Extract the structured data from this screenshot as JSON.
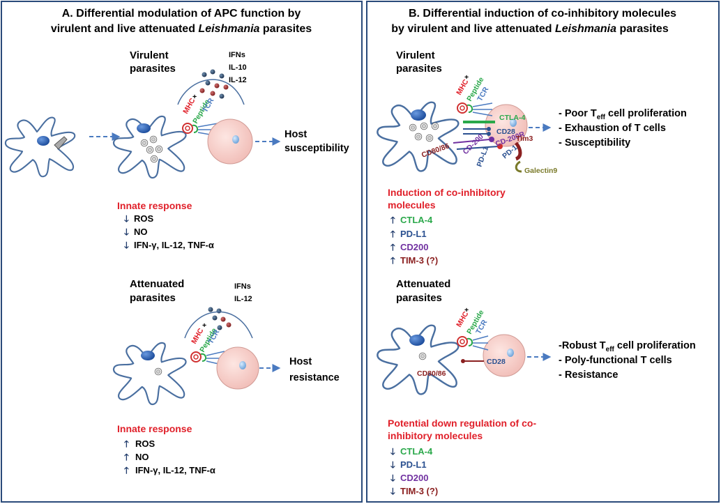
{
  "panelA": {
    "title_line1": "A. Differential modulation of  APC function by",
    "title_line2_pre": "virulent and live attenuated ",
    "title_line2_italic": "Leishmania",
    "title_line2_post": " parasites",
    "virulent_label_line1": "Virulent",
    "virulent_label_line2": "parasites",
    "cytokines_virulent": [
      "IFNs",
      "IL-10",
      "IL-12"
    ],
    "outcome_virulent_line1": "Host",
    "outcome_virulent_line2": "susceptibility",
    "innate_virulent_title": "Innate response",
    "innate_virulent_items": [
      "ROS",
      "NO",
      "IFN-γ, IL-12, TNF-α"
    ],
    "attenuated_label_line1": "Attenuated",
    "attenuated_label_line2": "parasites",
    "cytokines_attenuated": [
      "IFNs",
      "IL-12"
    ],
    "outcome_attenuated_line1": "Host",
    "outcome_attenuated_line2": "resistance",
    "innate_attenuated_title": "Innate response",
    "innate_attenuated_items": [
      "ROS",
      "NO",
      "IFN-γ, IL-12, TNF-α"
    ]
  },
  "panelB": {
    "title_line1": "B. Differential induction of co-inhibitory molecules",
    "title_line2_pre": "by virulent and live attenuated ",
    "title_line2_italic": "Leishmania",
    "title_line2_post": " parasites",
    "virulent_label_line1": "Virulent",
    "virulent_label_line2": "parasites",
    "outcomes_virulent": {
      "poor_pre": "- Poor T",
      "poor_sub": "eff",
      "poor_post": " cell proliferation",
      "exhaustion": "- Exhaustion of T cells",
      "susceptibility": "- Susceptibility"
    },
    "induction_title_line1": "Induction of co-inhibitory",
    "induction_title_line2": "molecules",
    "induction_items": [
      "CTLA-4",
      "PD-L1",
      "CD200",
      "TIM-3 (?)"
    ],
    "attenuated_label_line1": "Attenuated",
    "attenuated_label_line2": "parasites",
    "outcomes_attenuated": {
      "robust_pre": "-Robust T",
      "robust_sub": "eff",
      "robust_post": " cell proliferation",
      "polyfunctional": "- Poly-functional T cells",
      "resistance": "- Resistance"
    },
    "downreg_title_line1": "Potential down regulation of co-",
    "downreg_title_line2": "inhibitory molecules",
    "downreg_items": [
      "CTLA-4",
      "PD-L1",
      "CD200",
      "TIM-3 (?)"
    ]
  },
  "molecules": {
    "mhc": "MHC",
    "plus": "+",
    "peptide": "Peptide",
    "tcr": "TCR",
    "cd80_86": "CD80/86",
    "ctla4": "CTLA-4",
    "cd28": "CD28",
    "cd200": "CD-200",
    "cd200r": "CD-200R",
    "pd1": "PD-1",
    "pdl1": "PD-L1",
    "tim3": "Tim3",
    "galectin9": "Galectin9"
  },
  "colors": {
    "cell_outline": "#4a6fa0",
    "nucleus": "#2a5fb0",
    "tcell_fill": "#f6d0cc",
    "red_heading": "#e0202a",
    "ctla4": "#2aa84a",
    "pdl1": "#2a5090",
    "cd200": "#7030a0",
    "tim3": "#8b2020",
    "arrow_up_down": "#1f3a6a",
    "galectin": "#7a7a2a"
  }
}
